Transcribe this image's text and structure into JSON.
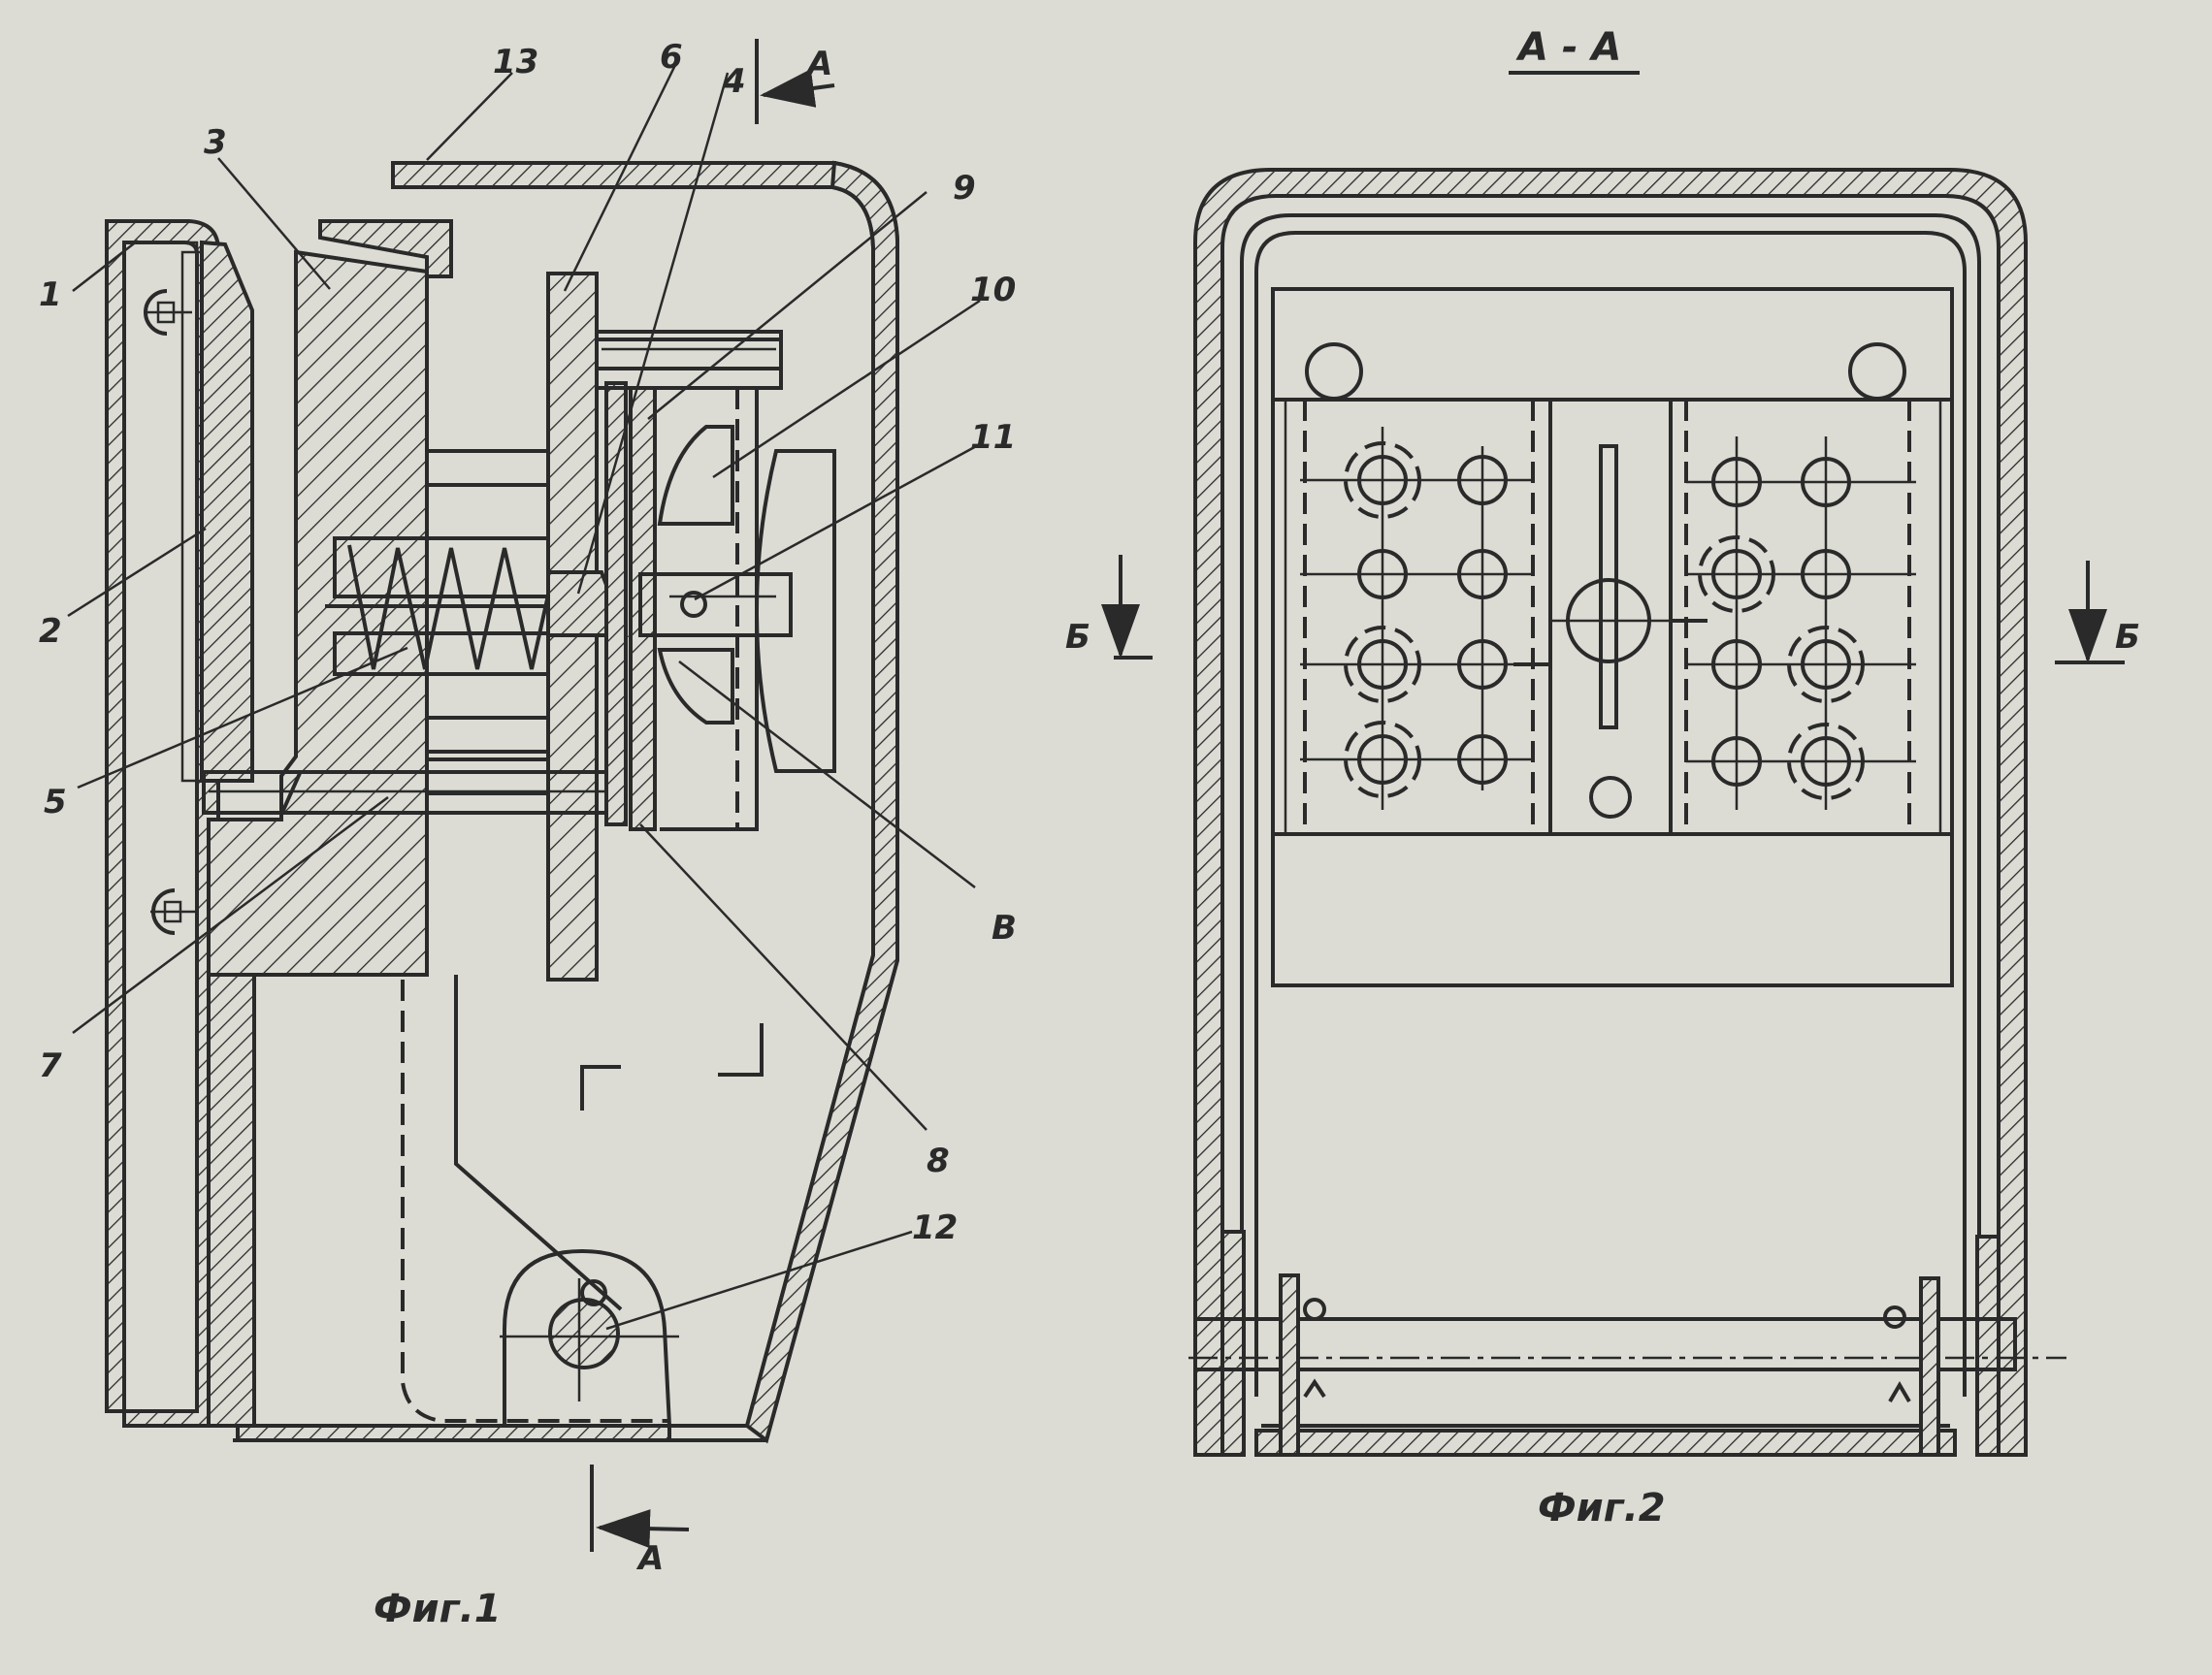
{
  "fig1": {
    "caption": "Фиг.1",
    "section_mark": "A",
    "labels": [
      "1",
      "2",
      "3",
      "4",
      "5",
      "6",
      "7",
      "8",
      "9",
      "10",
      "11",
      "12",
      "13",
      "B"
    ]
  },
  "fig2": {
    "caption": "Фиг.2",
    "section_title": "A - A",
    "mark_left": "Б",
    "mark_right": "Б"
  }
}
